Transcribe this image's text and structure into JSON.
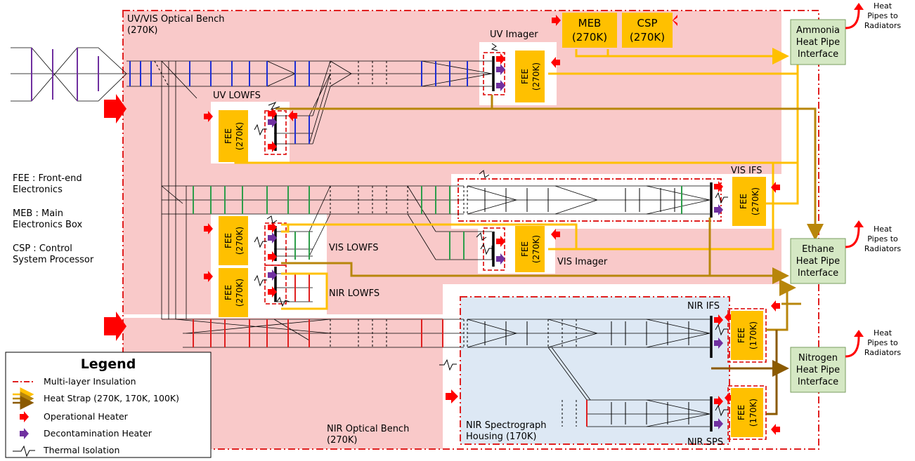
{
  "benches": {
    "uvvis_line1": "UV/VIS Optical Bench",
    "uvvis_line2": "(270K)",
    "nir_line1": "NIR Optical Bench",
    "nir_line2": "(270K)",
    "spectro_line1": "NIR Spectrograph",
    "spectro_line2": "Housing (170K)"
  },
  "instruments": {
    "uv_imager": "UV Imager",
    "uv_lowfs": "UV LOWFS",
    "vis_ifs": "VIS IFS",
    "vis_lowfs": "VIS LOWFS",
    "vis_imager": "VIS Imager",
    "nir_lowfs": "NIR LOWFS",
    "nir_ifs": "NIR IFS",
    "nir_sps": "NIR SPS"
  },
  "boxes": {
    "meb_name": "MEB",
    "meb_temp": "(270K)",
    "csp_name": "CSP",
    "csp_temp": "(270K)",
    "fee_name": "FEE",
    "fee_270": "(270K)",
    "fee_170": "(170K)"
  },
  "interfaces": [
    {
      "l1": "Ammonia",
      "l2": "Heat Pipe",
      "l3": "Interface"
    },
    {
      "l1": "Ethane",
      "l2": "Heat Pipe",
      "l3": "Interface"
    },
    {
      "l1": "Nitrogen",
      "l2": "Heat Pipe",
      "l3": "Interface"
    }
  ],
  "radiators": {
    "l1": "Heat",
    "l2": "Pipes to",
    "l3": "Radiators"
  },
  "acronyms": {
    "fee_1": "FEE : Front-end",
    "fee_2": "Electronics",
    "meb_1": "MEB : Main",
    "meb_2": "Electronics Box",
    "csp_1": "CSP : Control",
    "csp_2": "System Processor"
  },
  "legend": {
    "title": "Legend",
    "items": [
      "Multi-layer Insulation",
      "Heat Strap (270K, 170K, 100K)",
      "Operational Heater",
      "Decontamination Heater",
      "Thermal Isolation"
    ]
  },
  "colors": {
    "bench_fill": "#f9c9c9",
    "spectro_fill": "#dde8f4",
    "fee_fill": "#ffc000",
    "interface_fill": "#d5e8c4",
    "mli": "#e02020",
    "strap_270": "#ffc000",
    "strap_170": "#b8860b",
    "strap_100": "#8b5a00",
    "uv_optics": "#1f2fd6",
    "vis_optics": "#2e9e4a",
    "nir_optics": "#e02020",
    "input_optics": "#7030a0",
    "decon_heater": "#7030a0"
  }
}
